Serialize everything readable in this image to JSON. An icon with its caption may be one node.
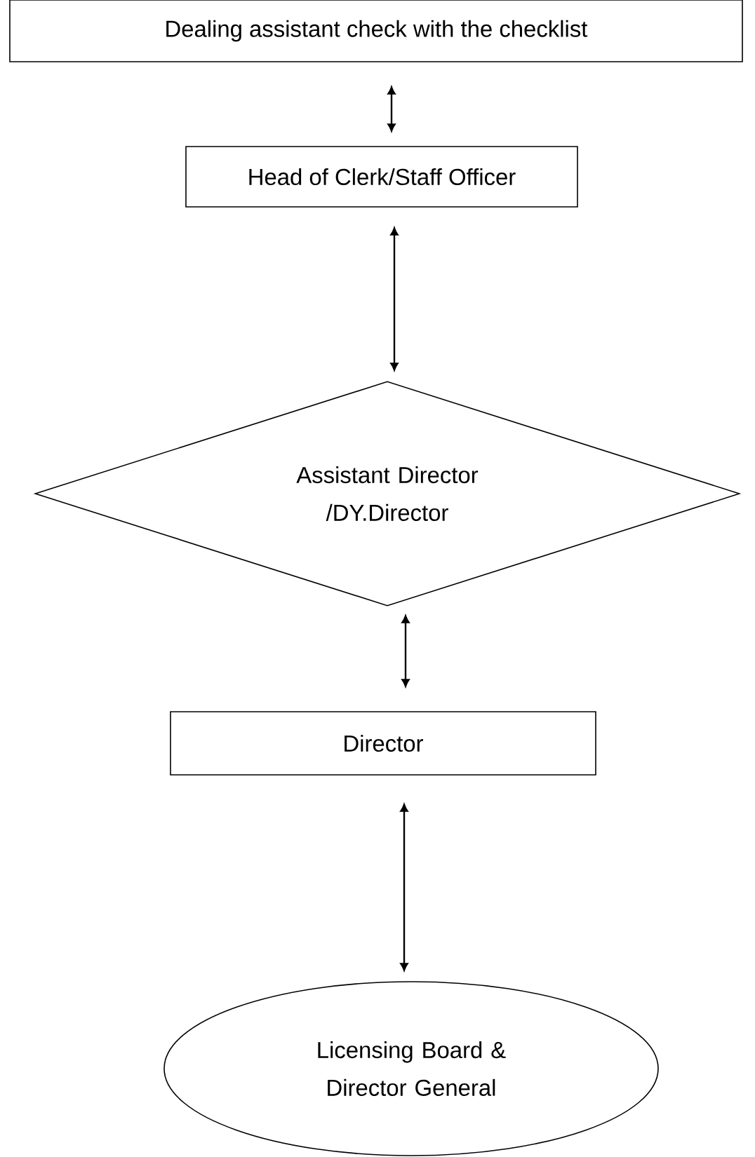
{
  "diagram": {
    "nodes": [
      {
        "text": [
          "Dealing assistant check with the checklist"
        ]
      },
      {
        "text": [
          "Head of Clerk/Staff Officer"
        ]
      },
      {
        "text": [
          "Assistant Director /DY.Director"
        ]
      },
      {
        "text": [
          "Director"
        ]
      },
      {
        "text": [
          "Licensing Board & Director General"
        ]
      }
    ],
    "edges": [
      {
        "from": 0,
        "to": 1,
        "arrow": "both"
      },
      {
        "from": 1,
        "to": 2,
        "arrow": "both"
      },
      {
        "from": 2,
        "to": 3,
        "arrow": "both"
      },
      {
        "from": 3,
        "to": 4,
        "arrow": "both"
      }
    ]
  }
}
